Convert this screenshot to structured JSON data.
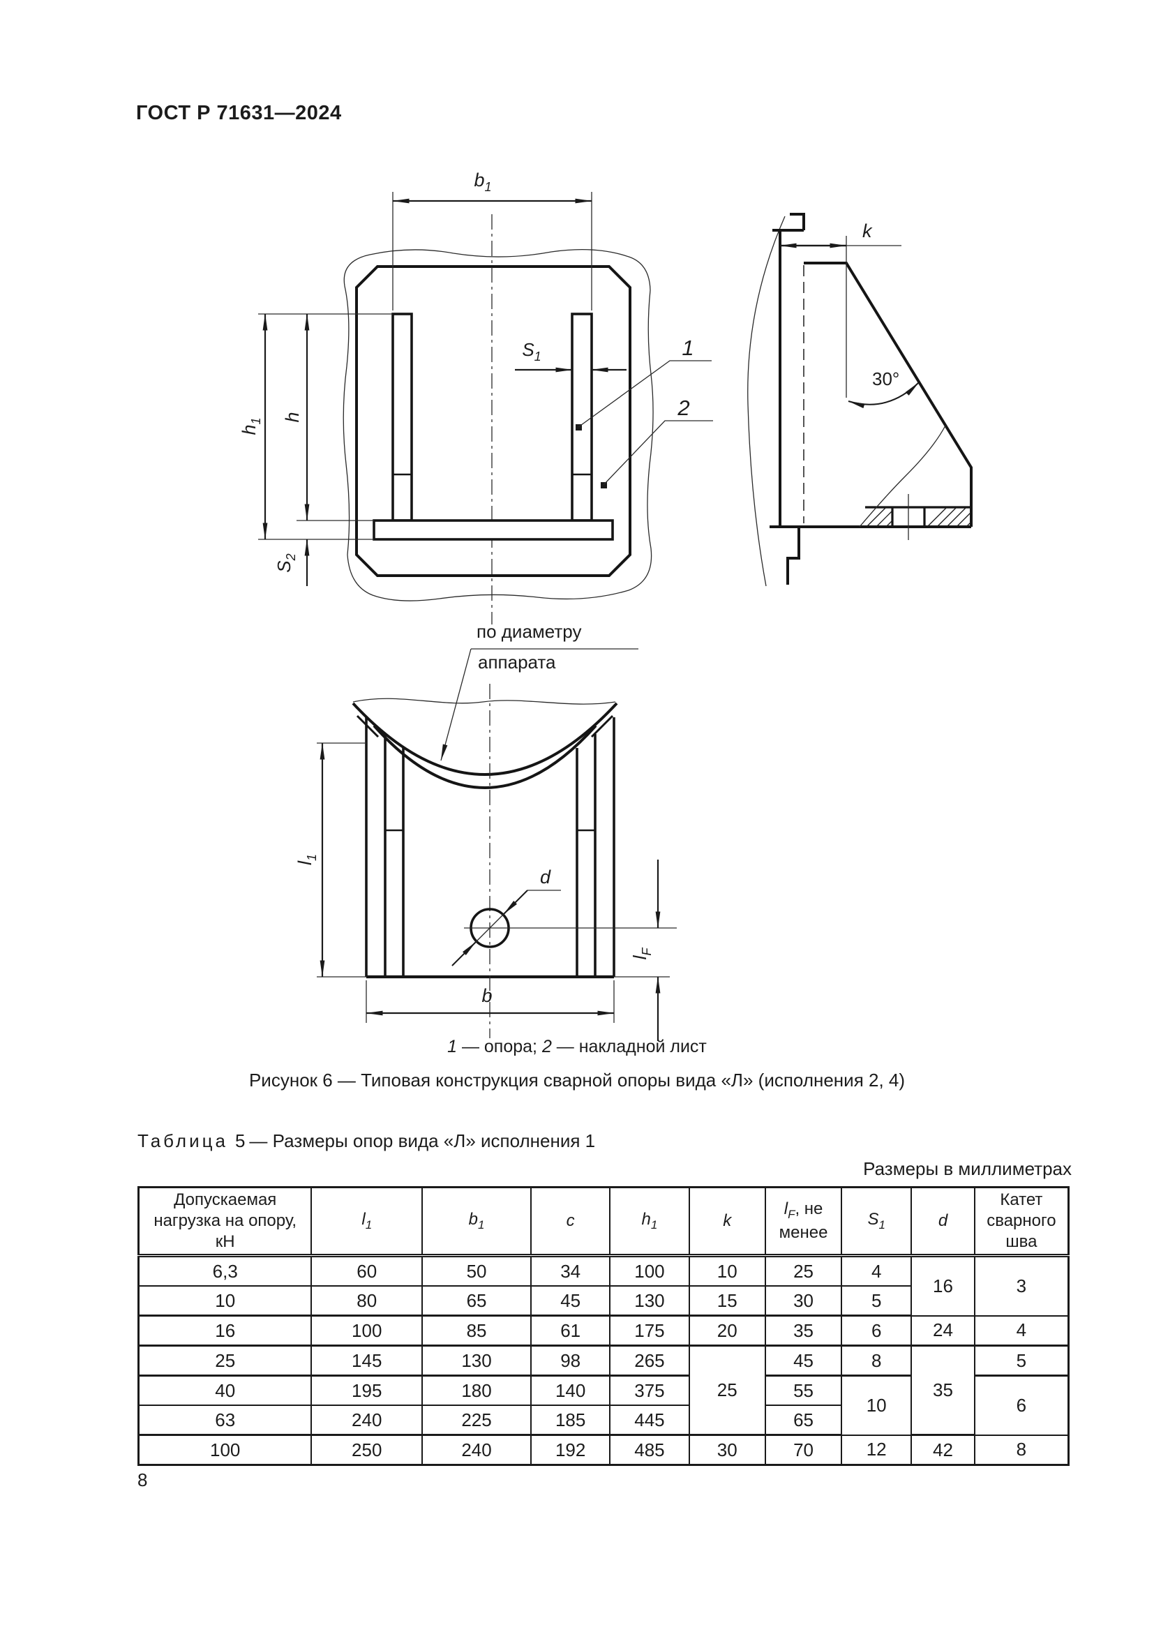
{
  "page": {
    "standard": "ГОСТ Р 71631—2024",
    "number": "8"
  },
  "figure": {
    "front": {
      "dim_b1": {
        "base": "b",
        "sub": "1"
      },
      "dim_h1": {
        "base": "h",
        "sub": "1"
      },
      "dim_h": {
        "base": "h"
      },
      "dim_S1": {
        "base": "S",
        "sub": "1"
      },
      "dim_S2": {
        "base": "S",
        "sub": "2"
      },
      "callout_1": "1",
      "callout_2": "2"
    },
    "side": {
      "dim_k": "k",
      "angle": "30°"
    },
    "bottom": {
      "note_line1": "по диаметру",
      "note_line2": "аппарата",
      "dim_l1": {
        "base": "l",
        "sub": "1"
      },
      "dim_d": {
        "base": "d"
      },
      "dim_lF": {
        "base": "l",
        "sub": "F"
      },
      "dim_b": {
        "base": "b"
      }
    },
    "legend": {
      "n1": "1",
      "t1": " — опора; ",
      "n2": "2",
      "t2": " — накладной лист"
    },
    "caption": "Рисунок 6 — Типовая конструкция сварной опоры вида «Л» (исполнения 2, 4)"
  },
  "table": {
    "label_word": "Таблица",
    "label_num": "5",
    "title_rest": "— Размеры опор вида «Л» исполнения 1",
    "units": "Размеры в миллиметрах",
    "columns": [
      {
        "text": "Допускаемая нагрузка на опору, кН"
      },
      {
        "base": "l",
        "sub": "1"
      },
      {
        "base": "b",
        "sub": "1"
      },
      {
        "base": "c"
      },
      {
        "base": "h",
        "sub": "1"
      },
      {
        "base": "k"
      },
      {
        "base": "l",
        "sub": "F",
        "post": ", не менее"
      },
      {
        "base": "S",
        "sub": "1"
      },
      {
        "base": "d"
      },
      {
        "text": "Катет сварного шва"
      }
    ],
    "rows": [
      {
        "values": [
          "6,3",
          "60",
          "50",
          "34",
          "100",
          "10",
          "25",
          "4",
          "16",
          "3"
        ]
      },
      {
        "values": [
          "10",
          "80",
          "65",
          "45",
          "130",
          "15",
          "30",
          "5"
        ]
      },
      {
        "values": [
          "16",
          "100",
          "85",
          "61",
          "175",
          "20",
          "35",
          "6",
          "24",
          "4"
        ]
      },
      {
        "values": [
          "25",
          "145",
          "130",
          "98",
          "265",
          "25",
          "45",
          "8",
          "35",
          "5"
        ]
      },
      {
        "values": [
          "40",
          "195",
          "180",
          "140",
          "375",
          "55",
          "10",
          "6"
        ]
      },
      {
        "values": [
          "63",
          "240",
          "225",
          "185",
          "445",
          "65"
        ]
      },
      {
        "values": [
          "100",
          "250",
          "240",
          "192",
          "485",
          "30",
          "70",
          "12",
          "42",
          "8"
        ]
      }
    ]
  }
}
